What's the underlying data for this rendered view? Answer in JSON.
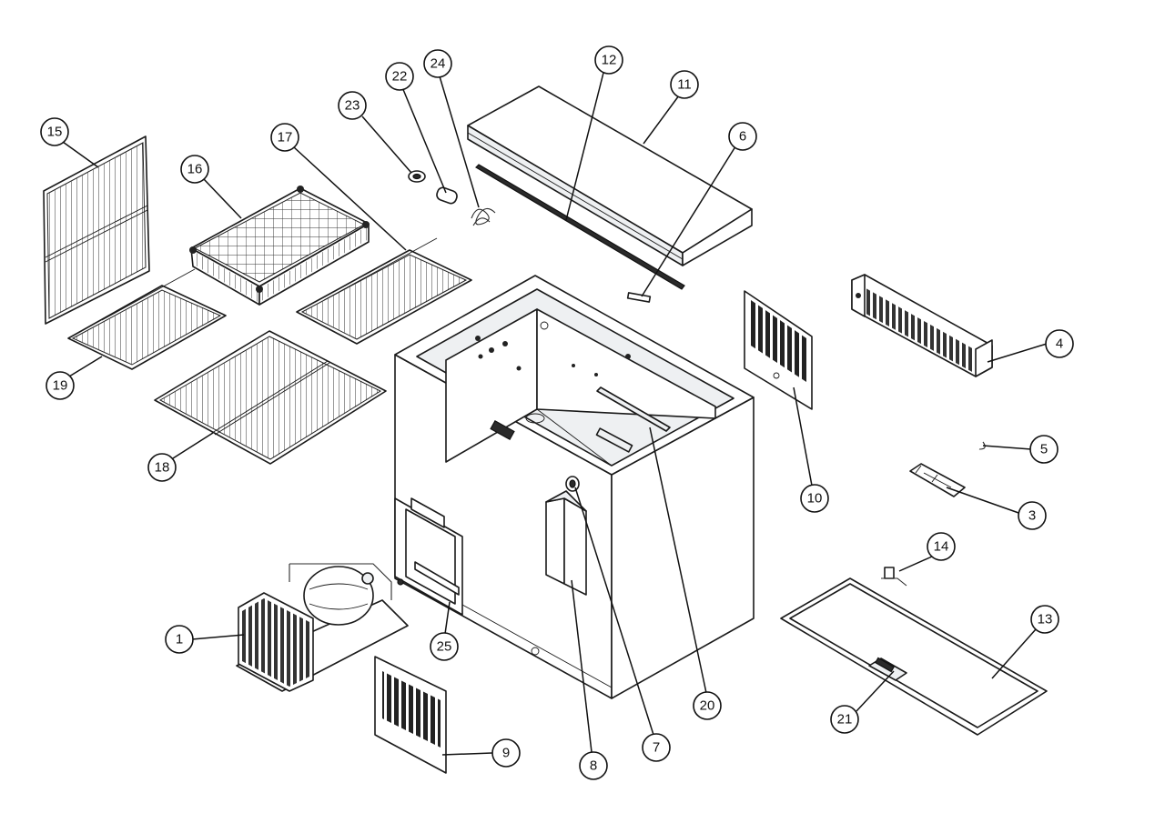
{
  "diagram": {
    "type": "exploded-parts-view",
    "callouts": [
      {
        "id": "c1",
        "number": "1"
      },
      {
        "id": "c3",
        "number": "3"
      },
      {
        "id": "c4",
        "number": "4"
      },
      {
        "id": "c5",
        "number": "5"
      },
      {
        "id": "c6",
        "number": "6"
      },
      {
        "id": "c7",
        "number": "7"
      },
      {
        "id": "c8",
        "number": "8"
      },
      {
        "id": "c9",
        "number": "9"
      },
      {
        "id": "c10",
        "number": "10"
      },
      {
        "id": "c11",
        "number": "11"
      },
      {
        "id": "c12",
        "number": "12"
      },
      {
        "id": "c13",
        "number": "13"
      },
      {
        "id": "c14",
        "number": "14"
      },
      {
        "id": "c15",
        "number": "15"
      },
      {
        "id": "c16",
        "number": "16"
      },
      {
        "id": "c17",
        "number": "17"
      },
      {
        "id": "c18",
        "number": "18"
      },
      {
        "id": "c19",
        "number": "19"
      },
      {
        "id": "c20",
        "number": "20"
      },
      {
        "id": "c21",
        "number": "21"
      },
      {
        "id": "c22",
        "number": "22"
      },
      {
        "id": "c23",
        "number": "23"
      },
      {
        "id": "c24",
        "number": "24"
      },
      {
        "id": "c25",
        "number": "25"
      }
    ]
  }
}
